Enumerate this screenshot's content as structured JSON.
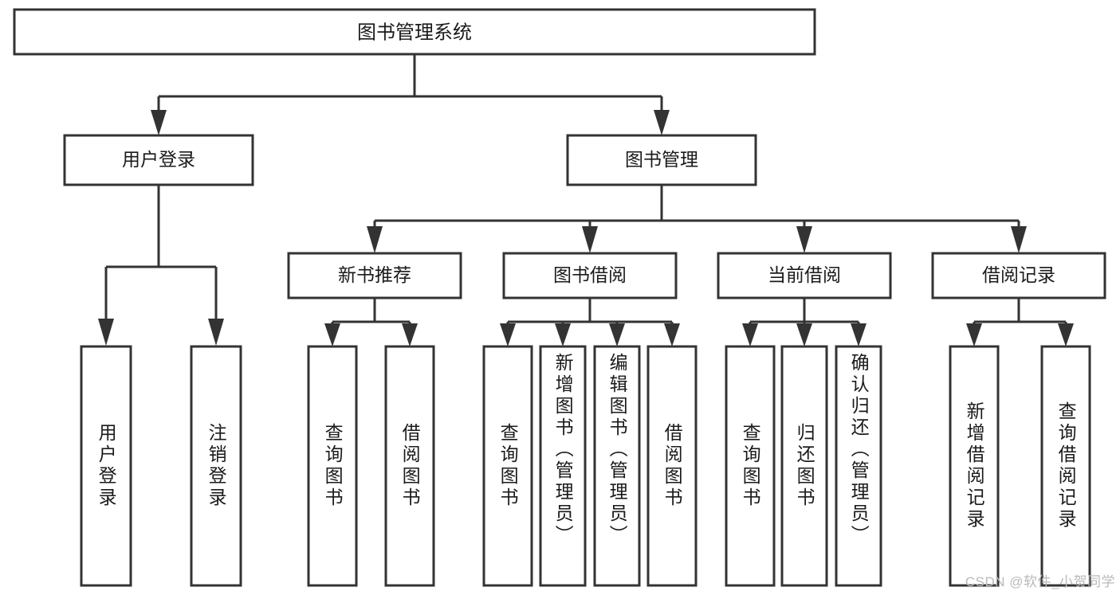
{
  "diagram": {
    "type": "tree-hierarchy-chart",
    "title_node": {
      "id": "root",
      "label": "图书管理系统",
      "orientation": "horizontal"
    },
    "level2": [
      {
        "id": "user-login",
        "label": "用户登录",
        "orientation": "horizontal"
      },
      {
        "id": "book-manage",
        "label": "图书管理",
        "orientation": "horizontal"
      }
    ],
    "level3": [
      {
        "id": "new-book-recommend",
        "label": "新书推荐",
        "orientation": "horizontal",
        "parent": "book-manage"
      },
      {
        "id": "book-borrow",
        "label": "图书借阅",
        "orientation": "horizontal",
        "parent": "book-manage"
      },
      {
        "id": "current-borrow",
        "label": "当前借阅",
        "orientation": "horizontal",
        "parent": "book-manage"
      },
      {
        "id": "borrow-record",
        "label": "借阅记录",
        "orientation": "horizontal",
        "parent": "book-manage"
      }
    ],
    "leaves": [
      {
        "id": "leaf-user-login",
        "label": "用户登录",
        "parent": "user-login",
        "orientation": "vertical"
      },
      {
        "id": "leaf-logout",
        "label": "注销登录",
        "parent": "user-login",
        "orientation": "vertical"
      },
      {
        "id": "leaf-query-book-1",
        "label": "查询图书",
        "parent": "new-book-recommend",
        "orientation": "vertical"
      },
      {
        "id": "leaf-borrow-book-1",
        "label": "借阅图书",
        "parent": "new-book-recommend",
        "orientation": "vertical"
      },
      {
        "id": "leaf-query-book-2",
        "label": "查询图书",
        "parent": "book-borrow",
        "orientation": "vertical"
      },
      {
        "id": "leaf-add-book",
        "label": "新增图书（管理员）",
        "parent": "book-borrow",
        "orientation": "vertical"
      },
      {
        "id": "leaf-edit-book",
        "label": "编辑图书（管理员）",
        "parent": "book-borrow",
        "orientation": "vertical"
      },
      {
        "id": "leaf-borrow-book-2",
        "label": "借阅图书",
        "parent": "book-borrow",
        "orientation": "vertical"
      },
      {
        "id": "leaf-query-book-3",
        "label": "查询图书",
        "parent": "current-borrow",
        "orientation": "vertical"
      },
      {
        "id": "leaf-return-book",
        "label": "归还图书",
        "parent": "current-borrow",
        "orientation": "vertical"
      },
      {
        "id": "leaf-confirm-return",
        "label": "确认归还（管理员）",
        "parent": "current-borrow",
        "orientation": "vertical"
      },
      {
        "id": "leaf-add-record",
        "label": "新增借阅记录",
        "parent": "borrow-record",
        "orientation": "vertical"
      },
      {
        "id": "leaf-query-record",
        "label": "查询借阅记录",
        "parent": "borrow-record",
        "orientation": "vertical"
      }
    ],
    "watermark": "CSDN @软件_小贺同学",
    "colors": {
      "stroke": "#333333",
      "box_fill": "#ffffff",
      "text": "#1a1a1a",
      "background": "#ffffff",
      "watermark": "#b9b9b9"
    }
  }
}
